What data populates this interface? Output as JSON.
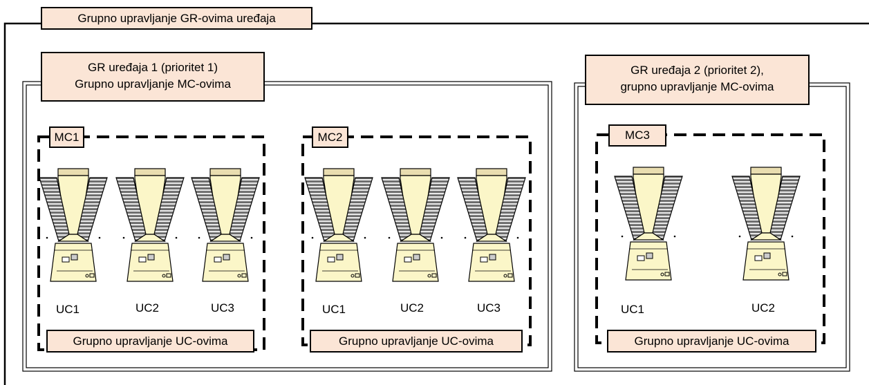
{
  "title": "Grupno upravljanje GR-ovima uređaja",
  "groups": [
    {
      "title_lines": [
        "GR uređaja 1 (prioritet 1)",
        "Grupno upravljanje MC-ovima"
      ],
      "mcs": [
        {
          "name": "MC1",
          "units": [
            "UC1",
            "UC2",
            "UC3"
          ],
          "footer": "Grupno upravljanje UC-ovima"
        },
        {
          "name": "MC2",
          "units": [
            "UC1",
            "UC2",
            "UC3"
          ],
          "footer": "Grupno upravljanje UC-ovima"
        }
      ]
    },
    {
      "title_lines": [
        "GR uređaja 2 (prioritet 2),",
        "grupno upravljanje MC-ovima"
      ],
      "mcs": [
        {
          "name": "MC3",
          "units": [
            "UC1",
            "UC2"
          ],
          "footer": "Grupno upravljanje UC-ovima"
        }
      ]
    }
  ],
  "colors": {
    "label_fill": "#fbe5d6",
    "unit_body": "#fbf6c8",
    "unit_cap": "#e9ddb0",
    "coil": "#595959"
  }
}
